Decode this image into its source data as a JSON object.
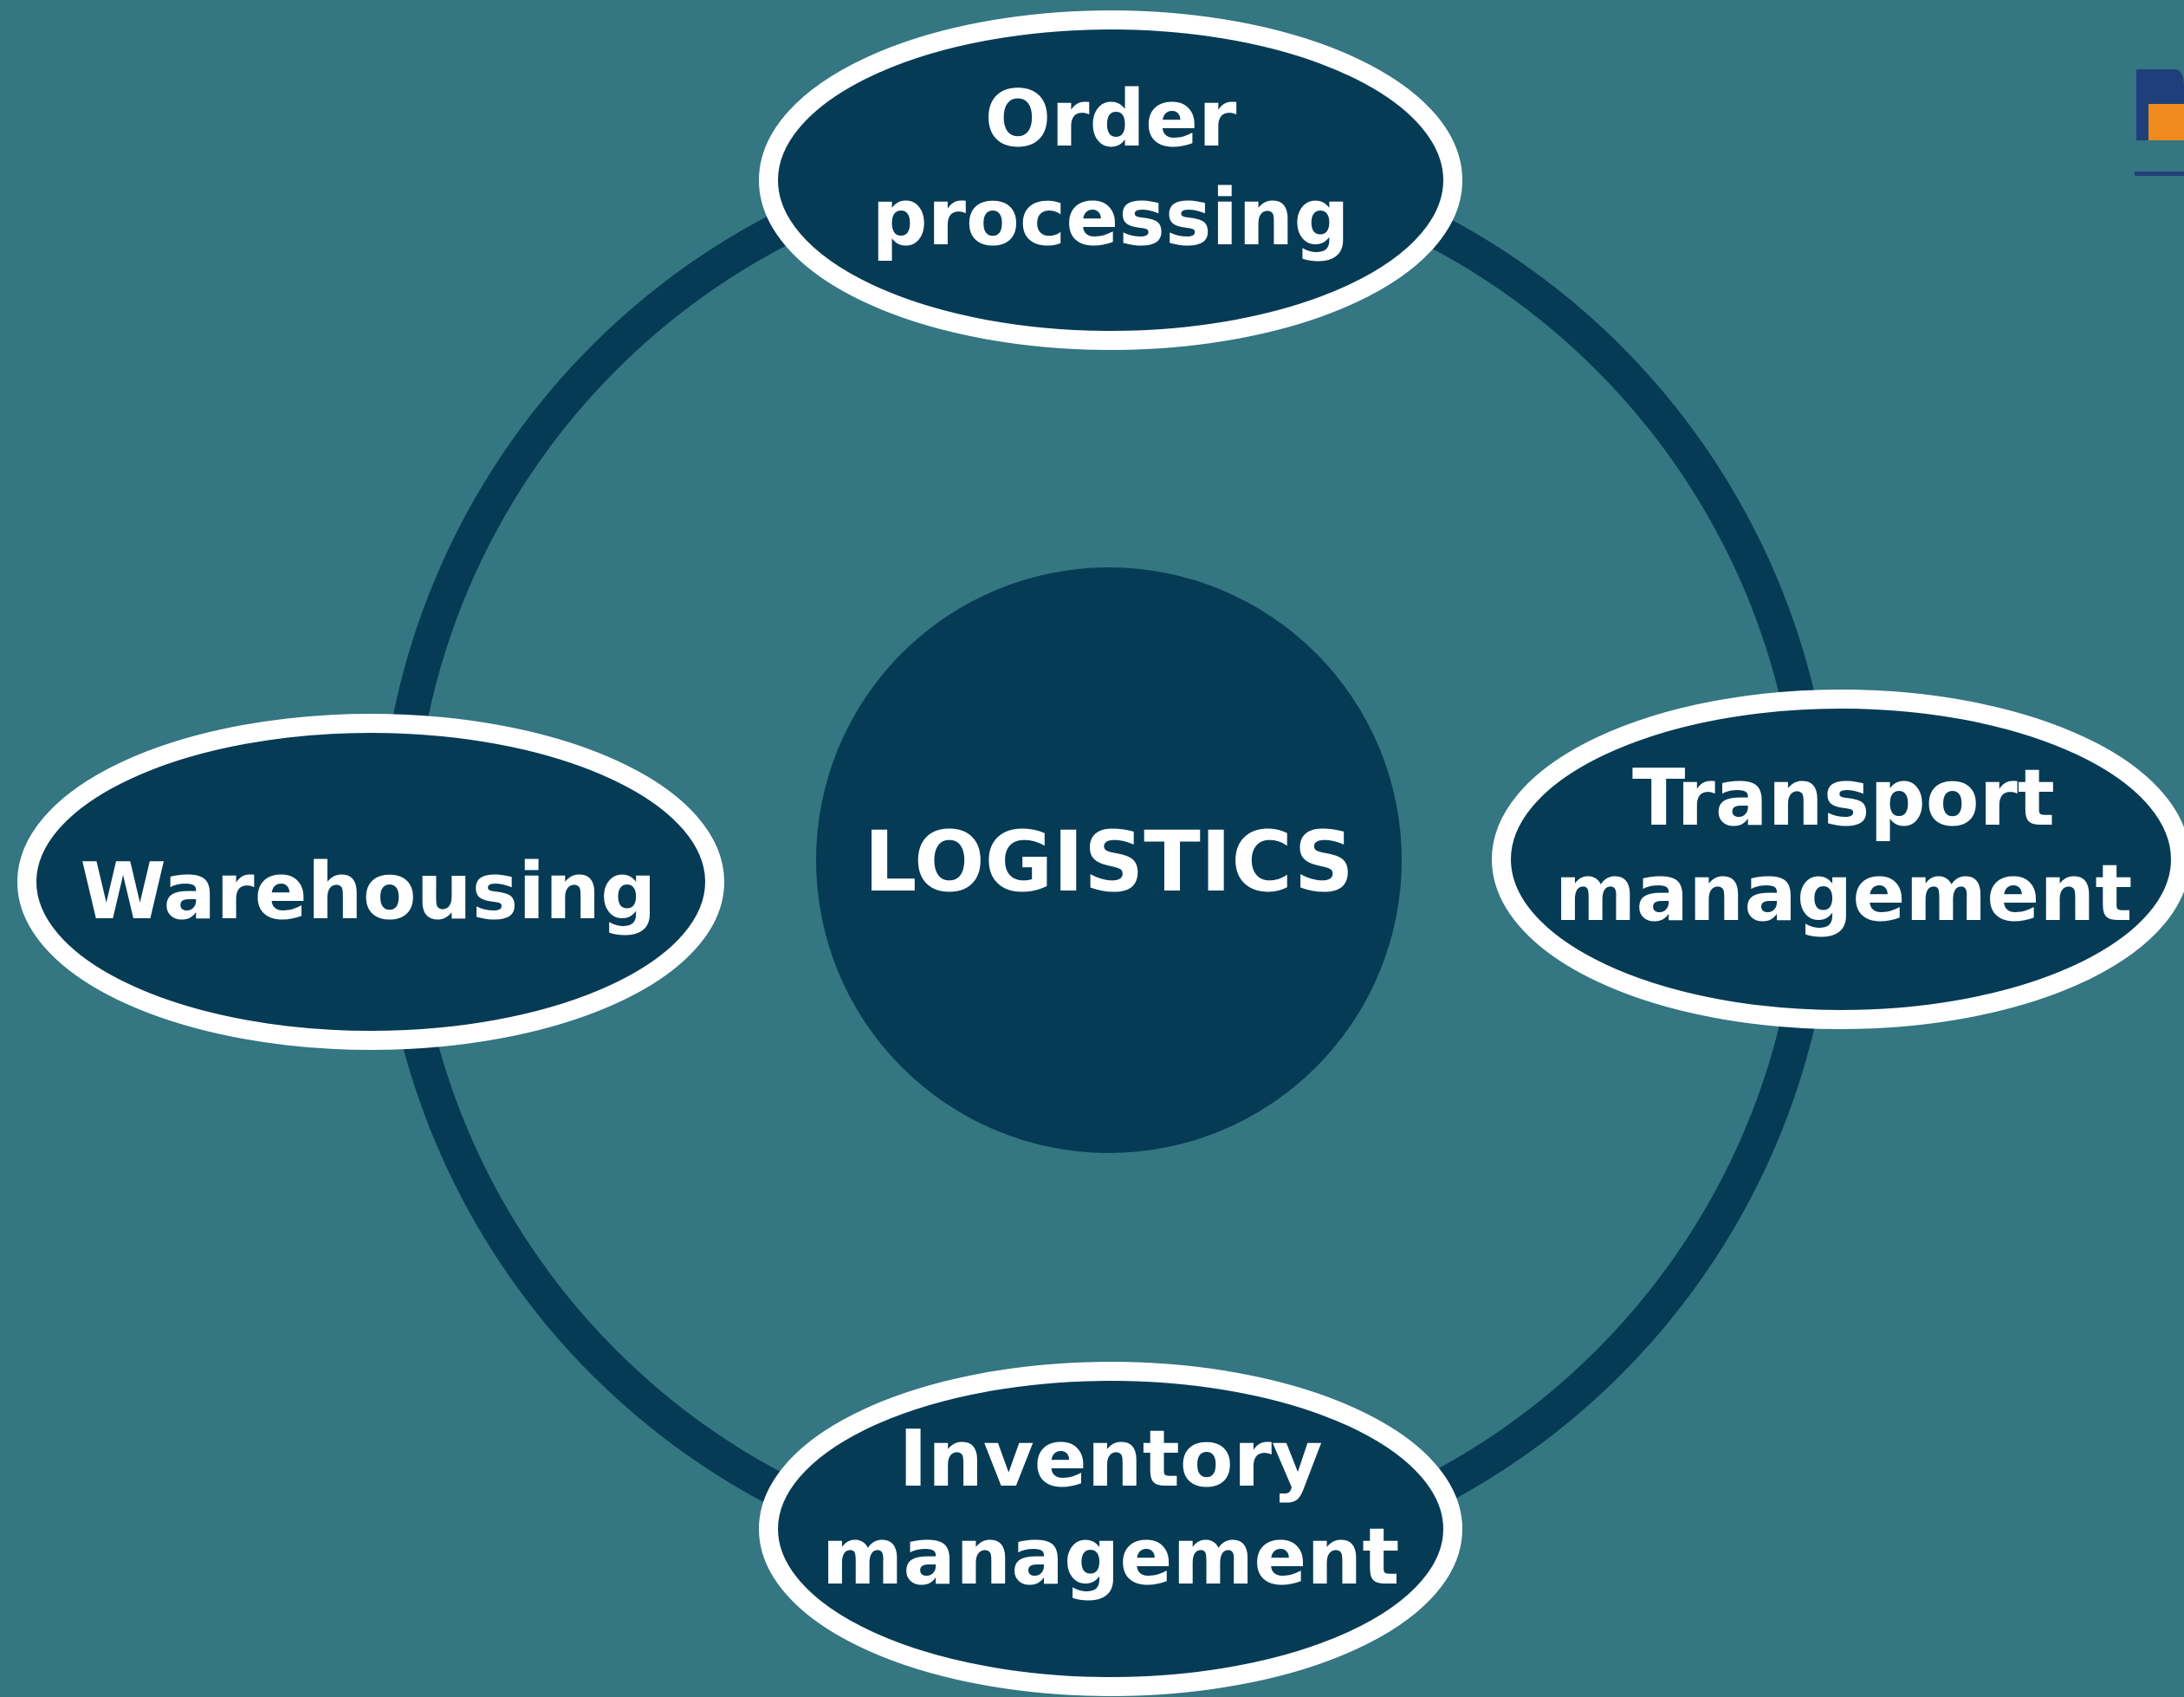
{
  "diagram": {
    "center_label": "LOGISTICS",
    "nodes": [
      {
        "id": "order-processing",
        "lines": [
          "Order",
          "processing"
        ]
      },
      {
        "id": "transport-management",
        "lines": [
          "Transport",
          "management"
        ]
      },
      {
        "id": "inventory-management",
        "lines": [
          "Inventory",
          "management"
        ]
      },
      {
        "id": "warehousing",
        "lines": [
          "Warehousing"
        ]
      }
    ]
  },
  "colors": {
    "background": "#347681",
    "node_fill": "#063b56",
    "node_border": "#ffffff",
    "ring": "#063b56",
    "text": "#ffffff",
    "logo_blue": "#1f3f7a",
    "logo_orange": "#f08a1c"
  }
}
